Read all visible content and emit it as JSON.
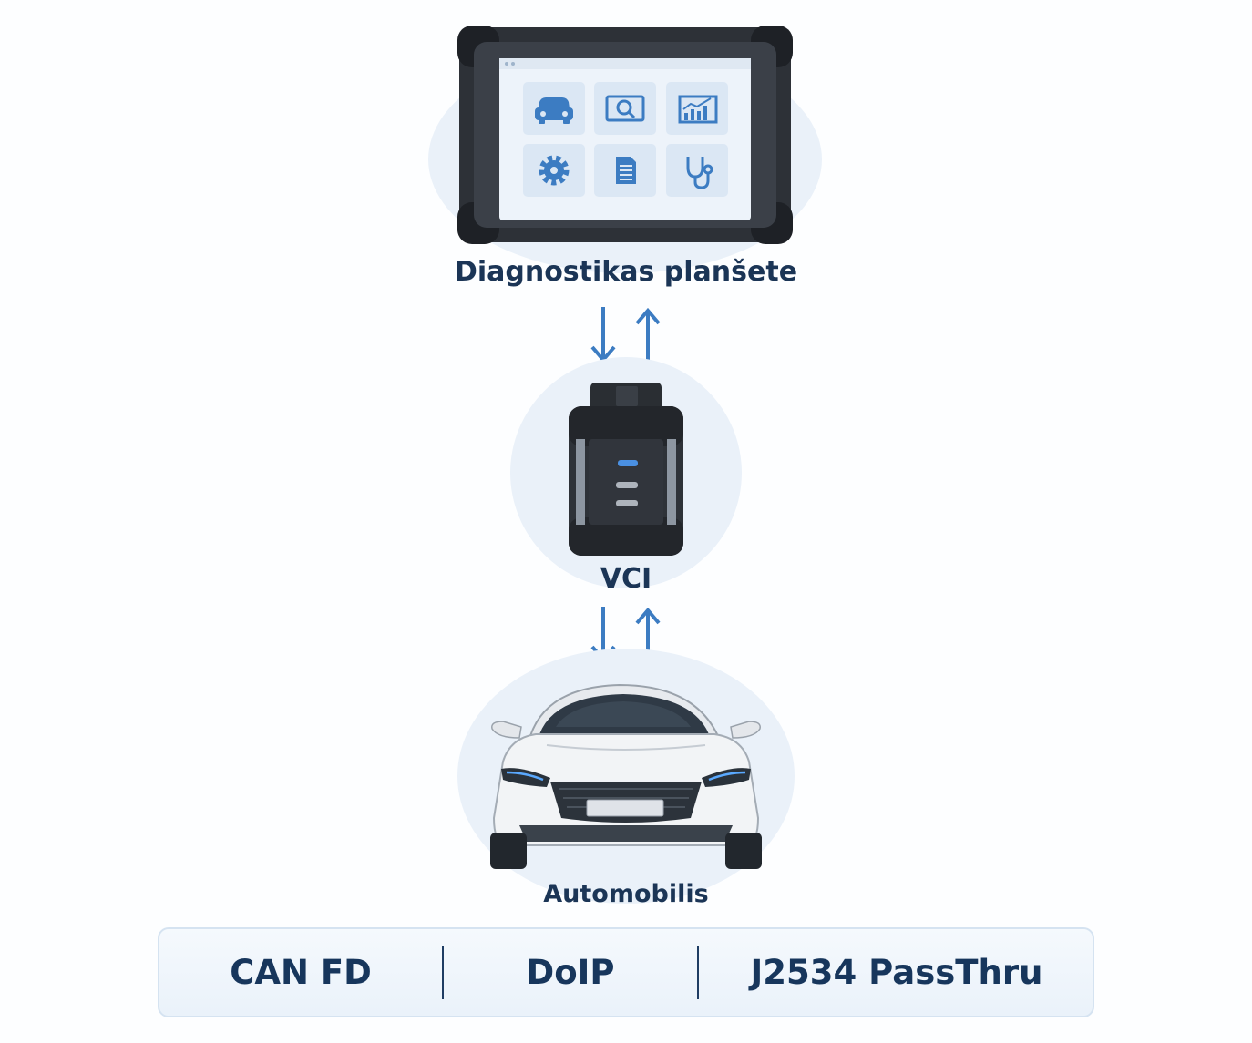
{
  "devices": {
    "tablet_label": "Diagnostikas planšete",
    "vci_label": "VCI",
    "car_label": "Automobilis"
  },
  "tablet_tiles": [
    "car-icon",
    "search-icon",
    "chart-icon",
    "gear-icon",
    "document-icon",
    "stethoscope-icon"
  ],
  "protocols": [
    "CAN FD",
    "DoIP",
    "J2534 PassThru"
  ],
  "colors": {
    "accent": "#3c7cc2",
    "text": "#1b3556",
    "device": "#2b2f35"
  }
}
